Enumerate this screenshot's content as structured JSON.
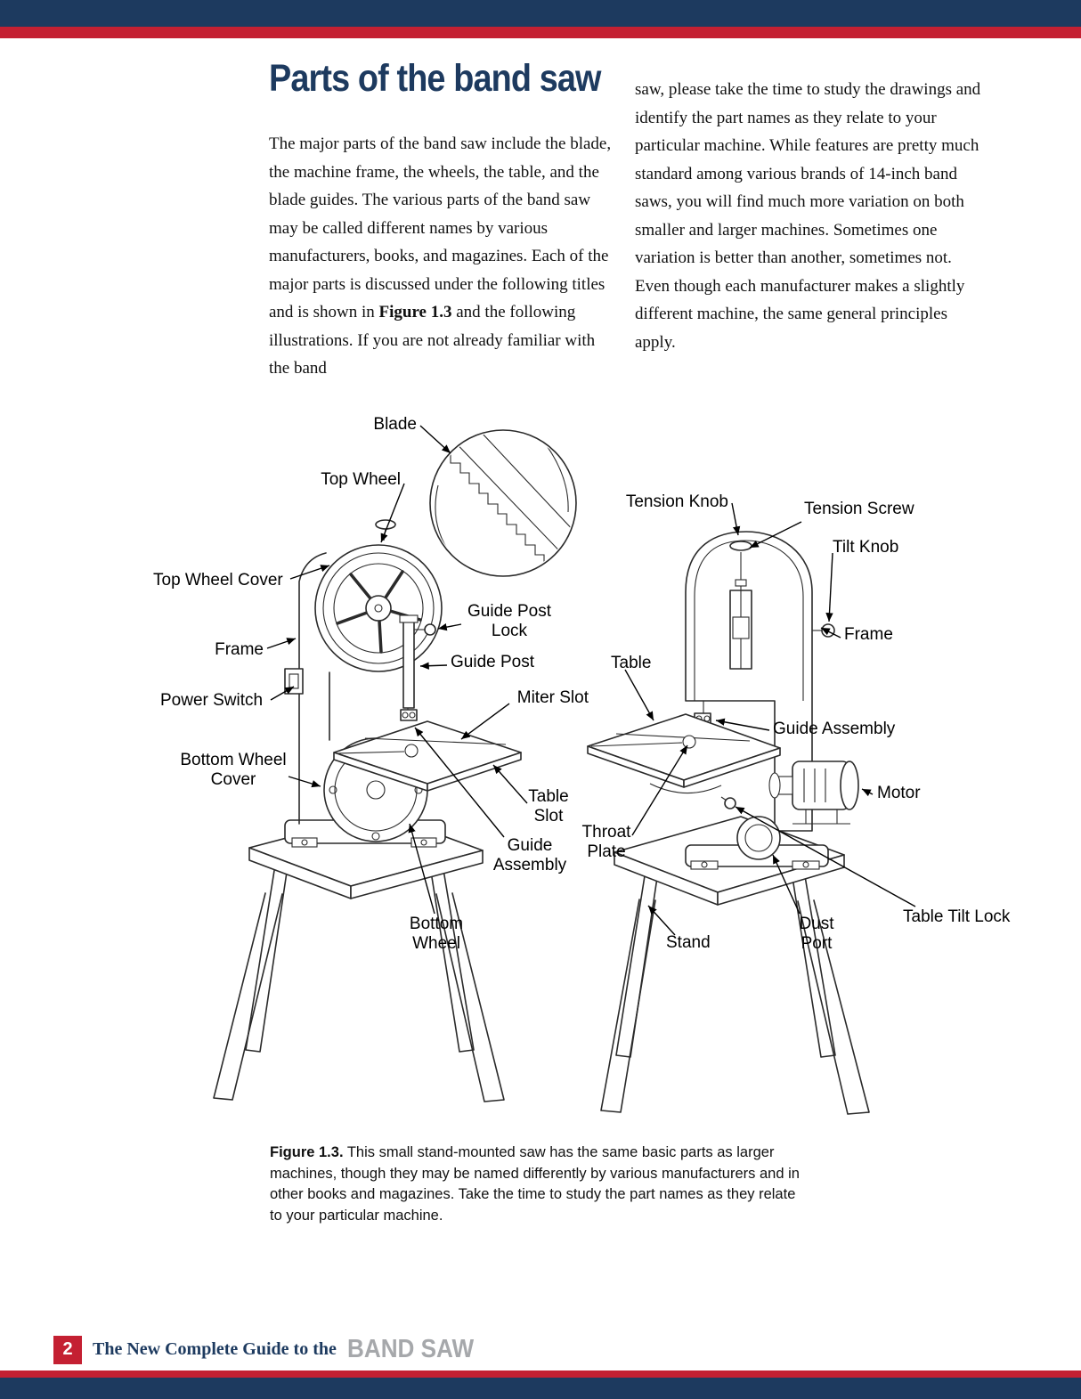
{
  "colors": {
    "navy": "#1d3a5f",
    "red": "#c42032",
    "gray": "#a6a8ab"
  },
  "page": {
    "title": "Parts of the band saw",
    "page_number": "2",
    "footer_series": "The New Complete Guide to the",
    "footer_brand": "BAND SAW"
  },
  "article": {
    "col_left_pre": "The major parts of the band saw include the blade, the machine frame, the wheels, the table, and the blade guides. The various parts of the band saw may be called different names by various manufacturers, books, and magazines. Each of the major parts is discussed under the following titles and is shown in ",
    "col_left_bold": "Figure 1.3",
    "col_left_post": " and the following illustrations. If you are not already familiar with the band",
    "col_right": "saw, please take the time to study the drawings and identify the part names as they relate to your particular machine. While features are pretty much standard among various brands of 14-inch band saws, you will find much more variation on both smaller and larger machines. Sometimes one variation is better than another, sometimes not. Even though each manufacturer makes a slightly different machine, the same general principles apply."
  },
  "figure": {
    "caption_label": "Figure 1.3.",
    "caption_text": " This small stand-mounted saw has the same basic parts as larger machines, though they may be named differently by various manufacturers and in other books and magazines. Take the time to study the part names as they relate to your particular machine.",
    "labels": {
      "blade": "Blade",
      "top_wheel": "Top Wheel",
      "tension_knob": "Tension Knob",
      "tension_screw": "Tension Screw",
      "tilt_knob": "Tilt Knob",
      "top_wheel_cover": "Top Wheel Cover",
      "guide_post_lock": "Guide Post\nLock",
      "frame_left": "Frame",
      "guide_post": "Guide Post",
      "table": "Table",
      "frame_right": "Frame",
      "power_switch": "Power Switch",
      "miter_slot": "Miter Slot",
      "guide_assembly_right": "Guide Assembly",
      "bottom_wheel_cover": "Bottom Wheel\nCover",
      "motor": "Motor",
      "table_slot": "Table\nSlot",
      "throat_plate": "Throat\nPlate",
      "guide_assembly_left": "Guide\nAssembly",
      "bottom_wheel": "Bottom\nWheel",
      "stand": "Stand",
      "dust_port": "Dust\nPort",
      "table_tilt_lock": "Table Tilt Lock"
    }
  }
}
